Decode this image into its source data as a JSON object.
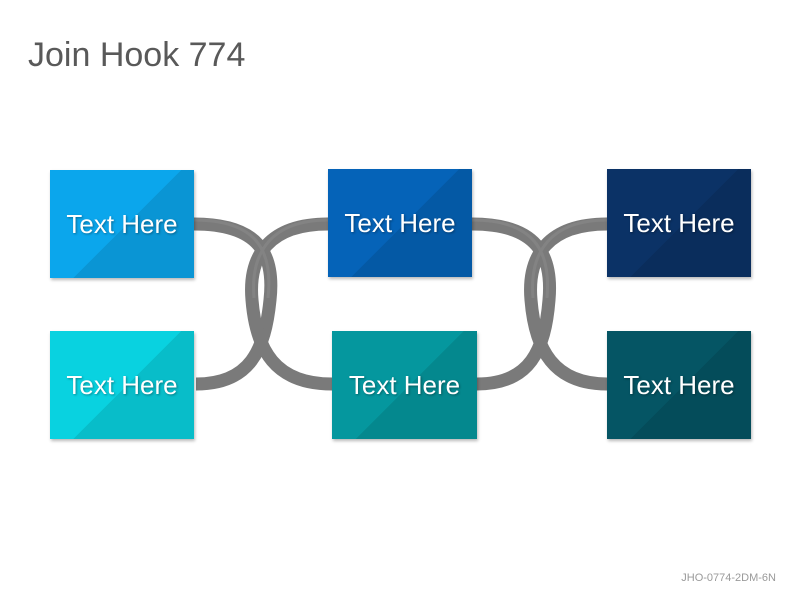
{
  "title": "Join Hook 774",
  "footer_code": "JHO-0774-2DM-6N",
  "boxes": [
    {
      "label": "Text Here",
      "color": "#0ba6ec"
    },
    {
      "label": "Text Here",
      "color": "#0563b8"
    },
    {
      "label": "Text Here",
      "color": "#0b3266"
    },
    {
      "label": "Text Here",
      "color": "#09d2e0"
    },
    {
      "label": "Text Here",
      "color": "#05979e"
    },
    {
      "label": "Text Here",
      "color": "#055564"
    }
  ],
  "colors": {
    "link": "#7a7a7a",
    "title": "#595959"
  }
}
